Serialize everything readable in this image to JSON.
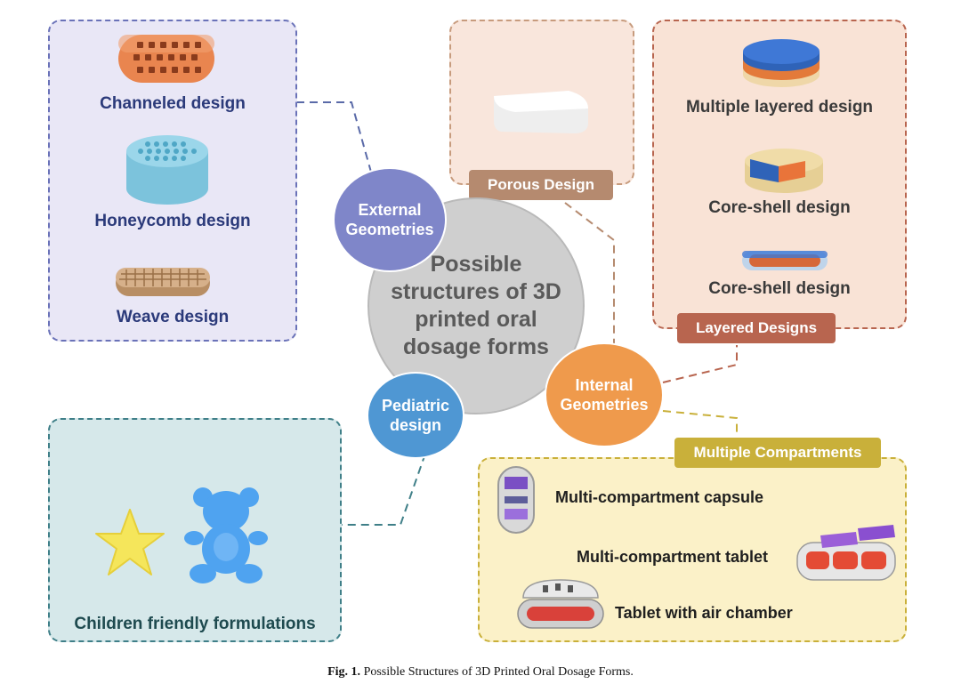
{
  "center": {
    "line1": "Possible",
    "line2": "structures of 3D",
    "line3": "printed oral",
    "line4": "dosage forms"
  },
  "nodes": {
    "external": {
      "line1": "External",
      "line2": "Geometries"
    },
    "internal": {
      "line1": "Internal",
      "line2": "Geometries"
    },
    "pediatric": {
      "line1": "Pediatric",
      "line2": "design"
    }
  },
  "external_box": {
    "items": [
      "Channeled design",
      "Honeycomb design",
      "Weave design"
    ]
  },
  "porous": {
    "tag": "Porous Design"
  },
  "layered": {
    "tag": "Layered Designs",
    "items": [
      "Multiple layered design",
      "Core-shell design",
      "Core-shell design"
    ]
  },
  "compartments": {
    "tag": "Multiple Compartments",
    "items": [
      "Multi-compartment capsule",
      "Multi-compartment tablet",
      "Tablet with air chamber"
    ]
  },
  "pediatric_box": {
    "label": "Children friendly formulations"
  },
  "caption": {
    "fig": "Fig. 1.",
    "text": "Possible Structures of 3D Printed Oral Dosage Forms."
  },
  "colors": {
    "external": "#7f86c9",
    "internal": "#ef9a4c",
    "pediatric": "#4f97d3",
    "center": "#cfcfcf",
    "porous_tag": "#b58a6f",
    "layered_tag": "#b8654f",
    "compart_tag": "#c9b03a",
    "external_text": "#2b3a7a",
    "dark_text": "#3a3a3a"
  }
}
